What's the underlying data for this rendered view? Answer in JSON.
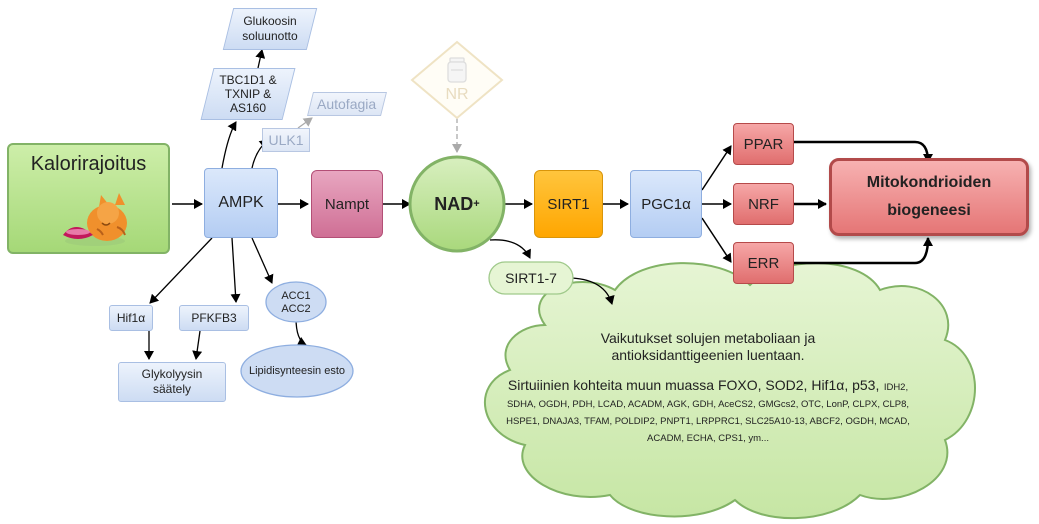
{
  "nodes": {
    "kalorirajoitus": "Kalorirajoitus",
    "ampk": "AMPK",
    "nampt": "Nampt",
    "nad": "NAD",
    "nad_sup": "+",
    "sirt1": "SIRT1",
    "pgc1a": "PGC1α",
    "ppar": "PPAR",
    "nrf": "NRF",
    "err": "ERR",
    "mito": "Mitokondrioiden biogeneesi",
    "glukoosin": "Glukoosin soluunotto",
    "tbc": "TBC1D1 & TXNIP & AS160",
    "autofagia": "Autofagia",
    "ulk1": "ULK1",
    "nr": "NR",
    "sirt17": "SIRT1-7",
    "hif1a": "Hif1α",
    "pfkfb3": "PFKFB3",
    "acc": "ACC1 ACC2",
    "glykolyysin": "Glykolyysin säätely",
    "lipidi": "Lipidisynteesin esto"
  },
  "cloud": {
    "line1": "Vaikutukset solujen metaboliaan ja antioksidanttigeenien luentaan.",
    "line2_big": "Sirtuiinien kohteita muun muassa FOXO, SOD2, Hif1α, p53,",
    "line2_small": "IDH2, SDHA, OGDH, PDH, LCAD, ACADM, AGK, GDH, AceCS2, GMGcs2, OTC, LonP, CLPX, CLP8, HSPE1, DNAJA3, TFAM, POLDIP2, PNPT1, LRPPRC1, SLC25A10-13, ABCF2, OGDH, MCAD, ACADM, ECHA, CPS1, ym..."
  },
  "colors": {
    "green_fill": "#b5e08e",
    "green_border": "#82b366",
    "orange_fill": "#ffb000",
    "pink_fill": "#d57fa0",
    "red_fill": "#f08a8a"
  }
}
